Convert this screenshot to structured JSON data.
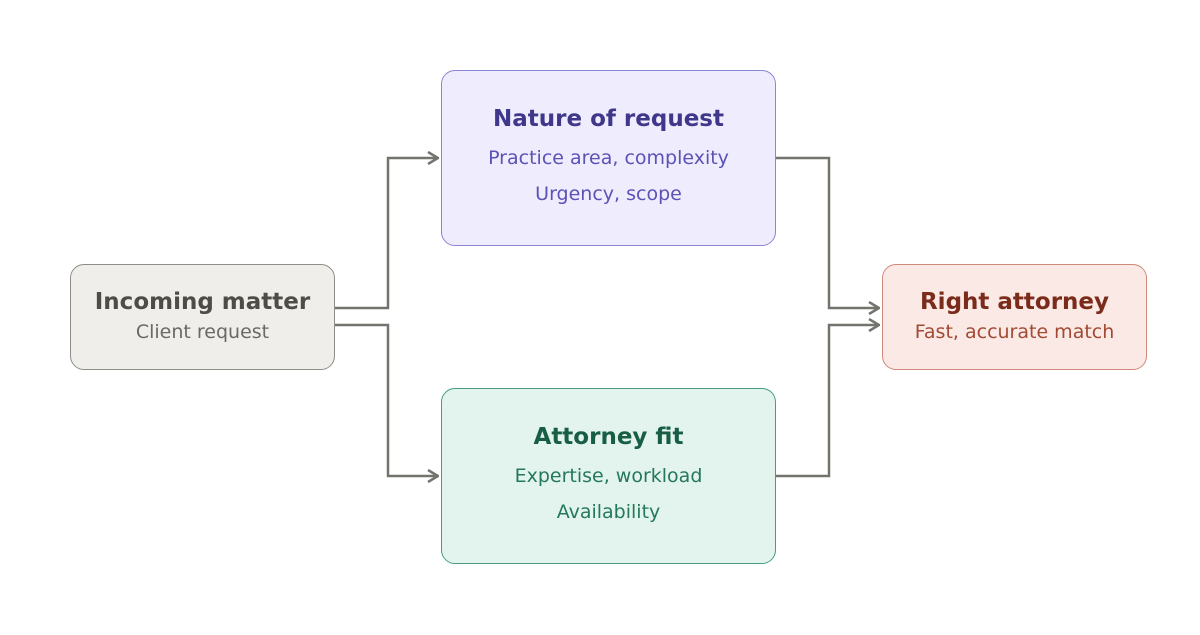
{
  "nodes": {
    "incoming": {
      "title": "Incoming matter",
      "lines": [
        "Client request"
      ]
    },
    "nature": {
      "title": "Nature of request",
      "lines": [
        "Practice area, complexity",
        "Urgency, scope"
      ]
    },
    "fit": {
      "title": "Attorney fit",
      "lines": [
        "Expertise, workload",
        "Availability"
      ]
    },
    "right": {
      "title": "Right attorney",
      "lines": [
        "Fast, accurate match"
      ]
    }
  },
  "edges": [
    {
      "from": "incoming",
      "to": "nature"
    },
    {
      "from": "incoming",
      "to": "fit"
    },
    {
      "from": "nature",
      "to": "right"
    },
    {
      "from": "fit",
      "to": "right"
    }
  ],
  "colors": {
    "connector": "#74736e",
    "incoming_fill": "#efeeea",
    "nature_fill": "#eeecfd",
    "fit_fill": "#e3f4ee",
    "right_fill": "#fbe9e6"
  }
}
